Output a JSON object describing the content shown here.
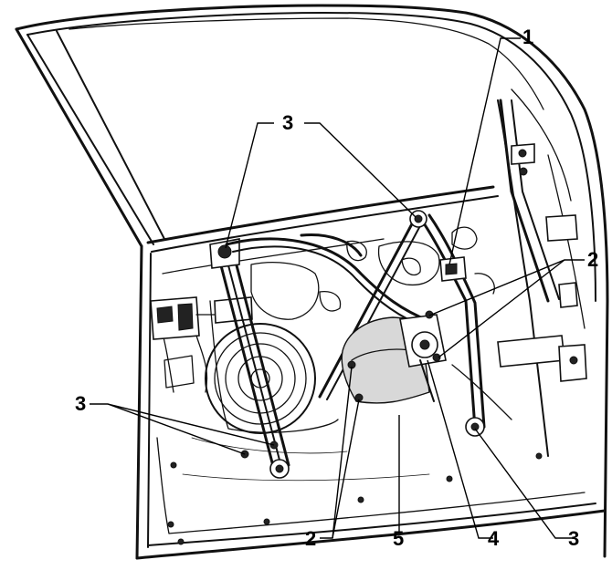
{
  "callouts": {
    "c1": "1",
    "c2_right": "2",
    "c2_bottom": "2",
    "c3_top": "3",
    "c3_left": "3",
    "c3_bottom": "3",
    "c4": "4",
    "c5": "5"
  },
  "colors": {
    "ink": "#111111",
    "background": "#ffffff",
    "panel_shade": "#d8d8d8"
  }
}
